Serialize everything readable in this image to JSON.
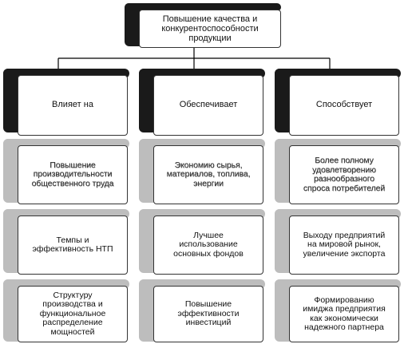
{
  "root": {
    "lines": [
      "Повышение качества и",
      "конкурентоспособности",
      "продукции"
    ]
  },
  "columns": [
    {
      "header": "Влияет на",
      "items": [
        [
          "Повышение",
          "производительности",
          "общественного труда"
        ],
        [
          "Темпы и",
          "эффективность НТП"
        ],
        [
          "Структуру",
          "производства и",
          "функциональное",
          "распределение",
          "мощностей"
        ]
      ]
    },
    {
      "header": "Обеспечивает",
      "items": [
        [
          "Экономию сырья,",
          "материалов, топлива,",
          "энергии"
        ],
        [
          "Лучшее",
          "использование",
          "основных фондов"
        ],
        [
          "Повышение",
          "эффективности",
          "инвестиций"
        ]
      ]
    },
    {
      "header": "Способствует",
      "items": [
        [
          "Более полному",
          "удовлетворению",
          "разнообразного",
          "спроса потребителей"
        ],
        [
          "Выходу предприятий",
          "на мировой рынок,",
          "увеличение экспорта"
        ],
        [
          "Формированию",
          "имиджа предприятия",
          "как экономически",
          "надежного партнера"
        ]
      ]
    }
  ]
}
